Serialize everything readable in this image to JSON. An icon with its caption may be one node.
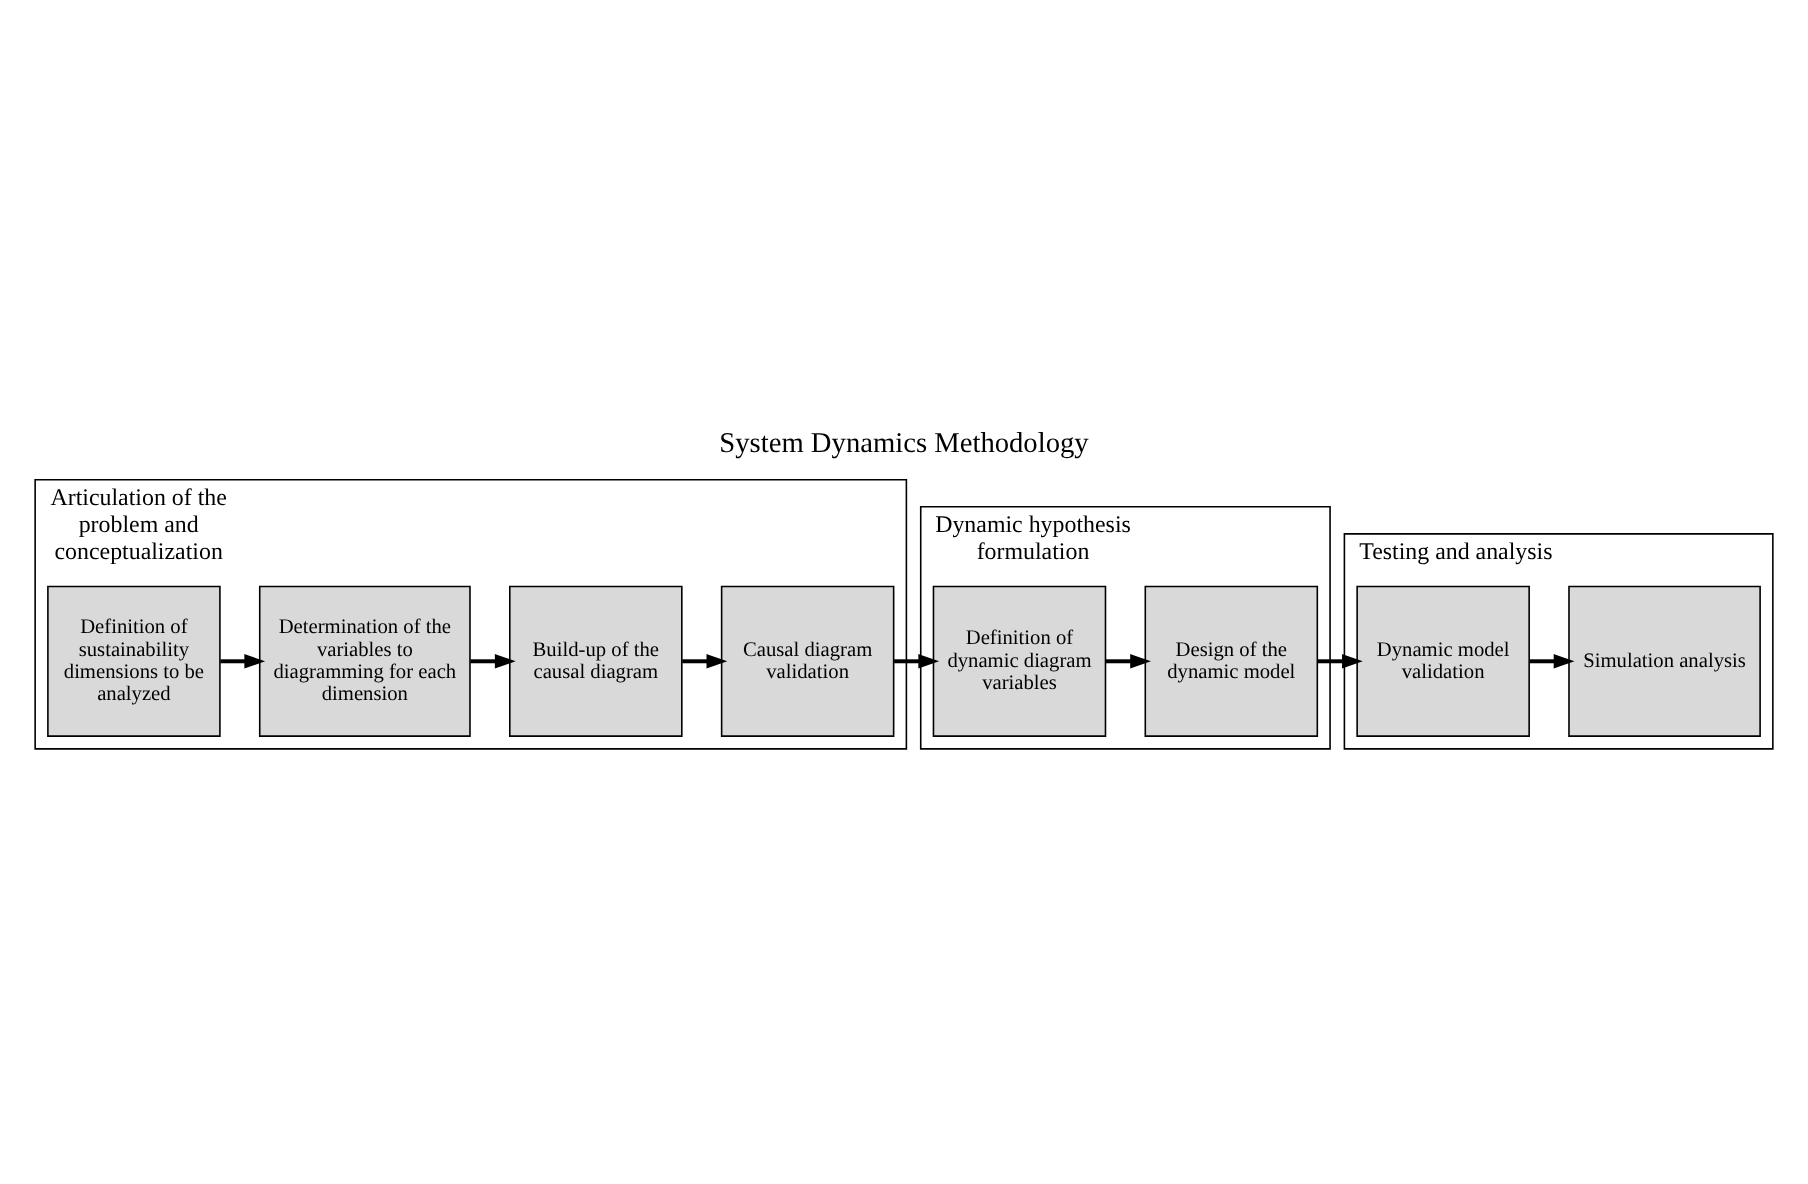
{
  "diagram": {
    "title": "System Dynamics Methodology",
    "nodes": [
      {
        "text": [
          "Articulation of the problem and conceptualization"
        ]
      },
      {
        "text": [
          "Definition of sustainability dimensions to be analyzed"
        ],
        "in": 0
      },
      {
        "text": [
          "Determination of the variables to diagramming for each dimension"
        ],
        "in": 0
      },
      {
        "text": [
          "Build-up of the causal diagram"
        ],
        "in": 0
      },
      {
        "text": [
          "Causal diagram validation"
        ],
        "in": 0
      },
      {
        "text": [
          "Dynamic hypothesis formulation"
        ]
      },
      {
        "text": [
          "Definition of dynamic diagram variables"
        ],
        "in": 5
      },
      {
        "text": [
          "Design of the dynamic model"
        ],
        "in": 5
      },
      {
        "text": [
          "Testing and analysis"
        ]
      },
      {
        "text": [
          "Dynamic model validation"
        ],
        "in": 8
      },
      {
        "text": [
          "Simulation analysis"
        ],
        "in": 8
      }
    ],
    "edges": [
      {
        "from": 1,
        "to": 2,
        "arrow": "to"
      },
      {
        "from": 2,
        "to": 3,
        "arrow": "to"
      },
      {
        "from": 3,
        "to": 4,
        "arrow": "to"
      },
      {
        "from": 4,
        "to": 6,
        "arrow": "to"
      },
      {
        "from": 6,
        "to": 7,
        "arrow": "to"
      },
      {
        "from": 7,
        "to": 9,
        "arrow": "to"
      },
      {
        "from": 9,
        "to": 10,
        "arrow": "to"
      }
    ]
  }
}
